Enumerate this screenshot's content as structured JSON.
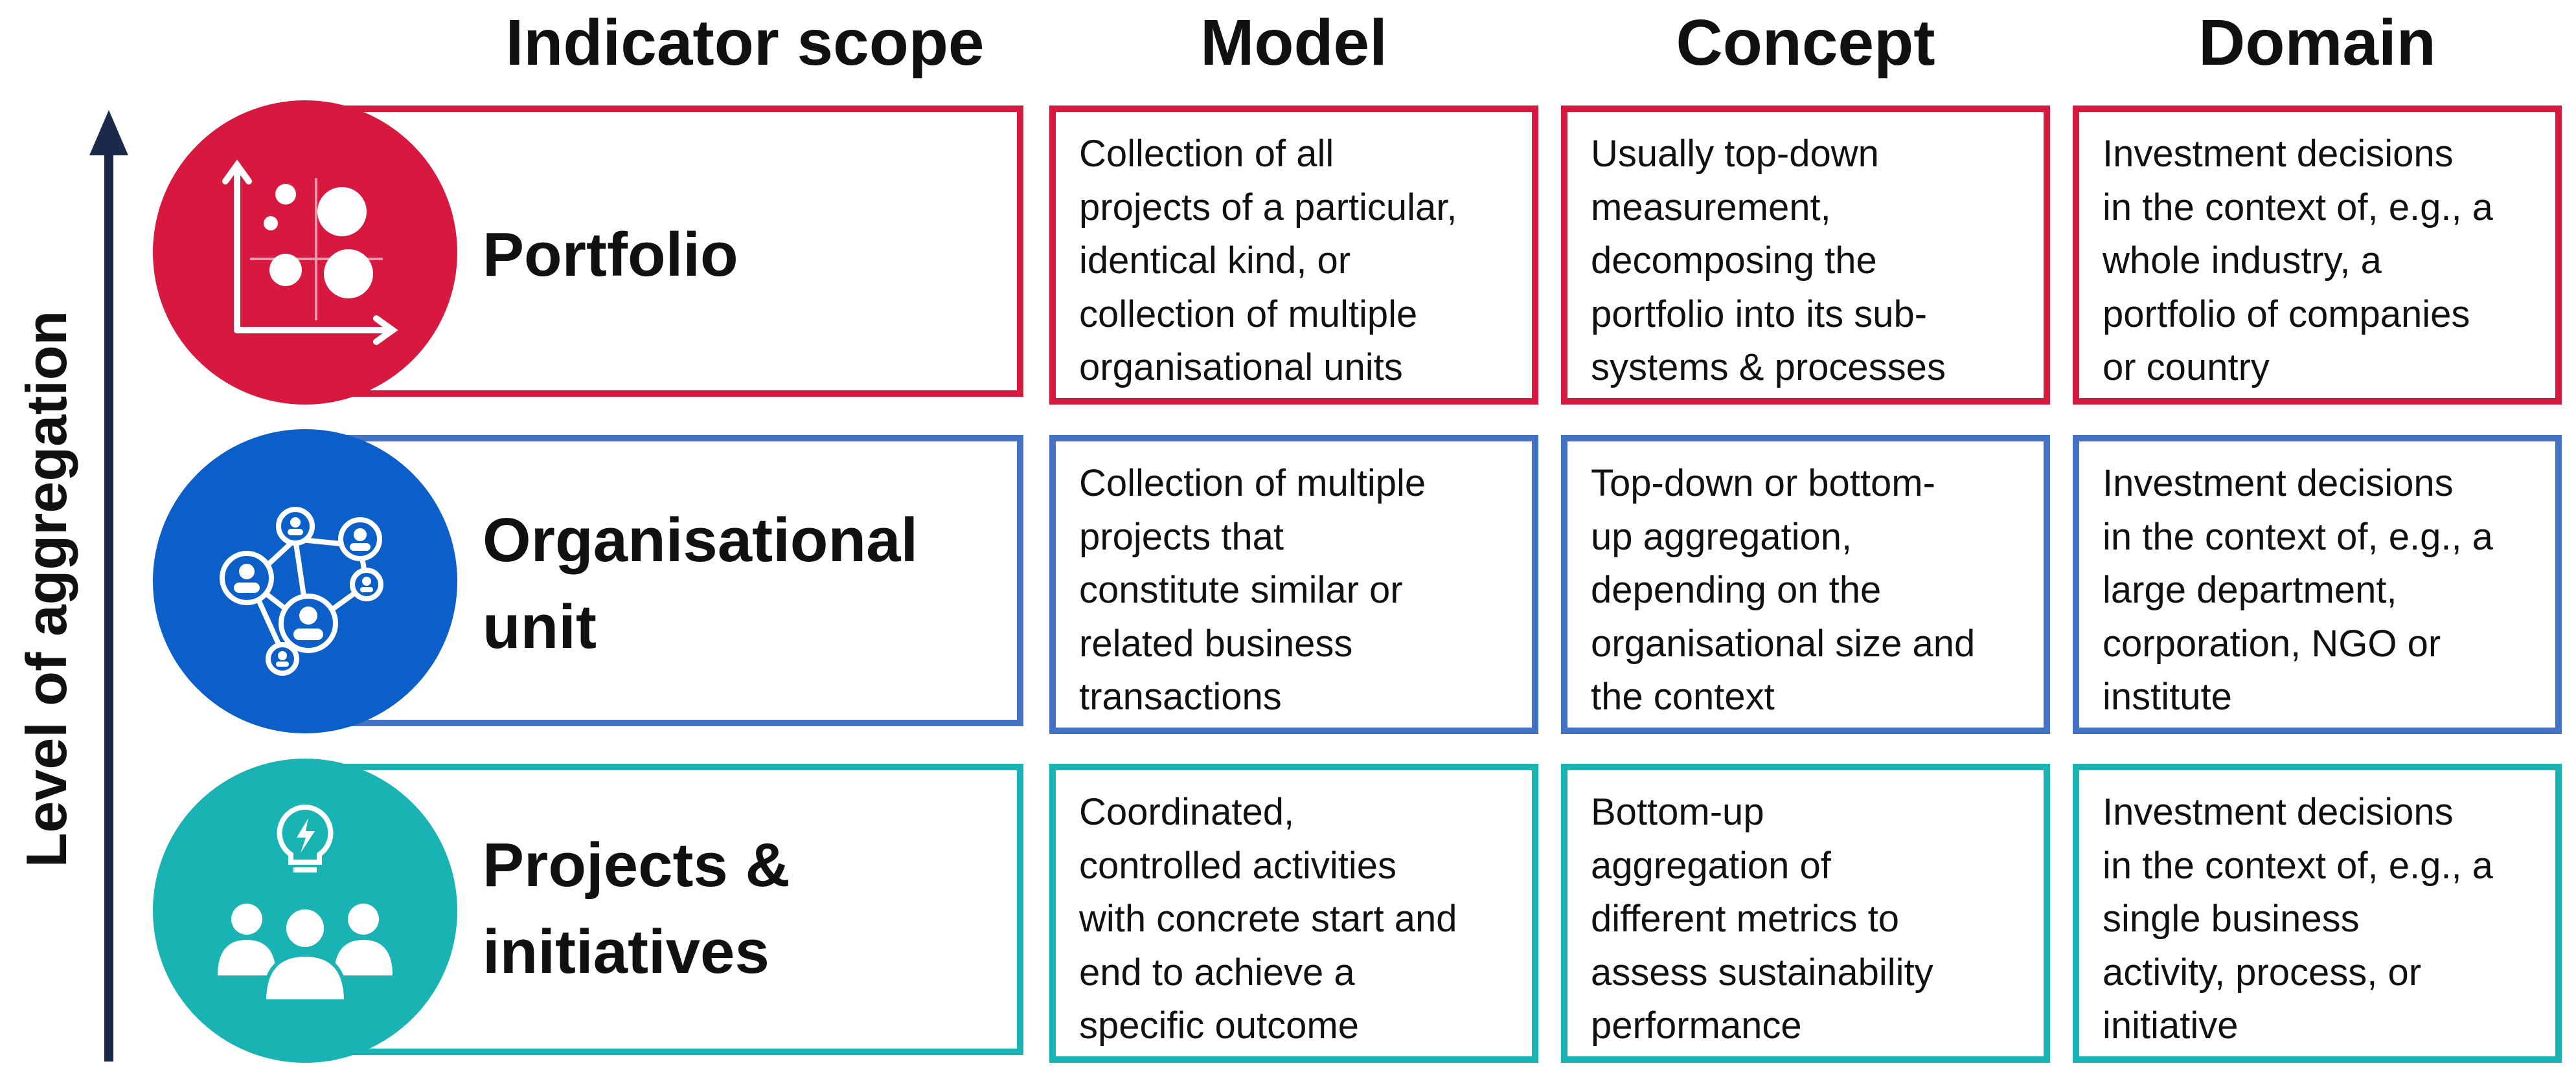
{
  "headers": {
    "scope": "Indicator scope",
    "model": "Model",
    "concept": "Concept",
    "domain": "Domain"
  },
  "axis_label": "Level of aggregation",
  "colors": {
    "portfolio": "#d7193f",
    "organisational": "#0c5fc8",
    "organisational_border": "#4472c4",
    "projects": "#19b3b3",
    "arrow": "#1b2a4a"
  },
  "rows": [
    {
      "scope": "Portfolio",
      "icon": "scatter-chart-icon",
      "model": "Collection of all\nprojects of a particular,\nidentical kind, or\ncollection of multiple\norganisational units",
      "concept": "Usually top-down\nmeasurement,\ndecomposing the\nportfolio into its sub-\nsystems & processes",
      "domain": "Investment decisions\nin the context of, e.g., a\nwhole industry, a\nportfolio of companies\nor country"
    },
    {
      "scope": "Organisational\nunit",
      "icon": "people-network-icon",
      "model": "Collection of multiple\nprojects that\nconstitute similar or\nrelated business\ntransactions",
      "concept": "Top-down or bottom-\nup aggregation,\ndepending on the\norganisational size and\nthe context",
      "domain": "Investment decisions\nin the context of, e.g., a\nlarge department,\ncorporation, NGO or\ninstitute"
    },
    {
      "scope": "Projects &\ninitiatives",
      "icon": "team-idea-icon",
      "model": "Coordinated,\ncontrolled activities\nwith concrete start and\nend to achieve a\nspecific outcome",
      "concept": "Bottom-up\naggregation of\ndifferent metrics to\nassess sustainability\nperformance",
      "domain": "Investment decisions\nin the context of, e.g., a\nsingle business\nactivity, process, or\ninitiative"
    }
  ]
}
